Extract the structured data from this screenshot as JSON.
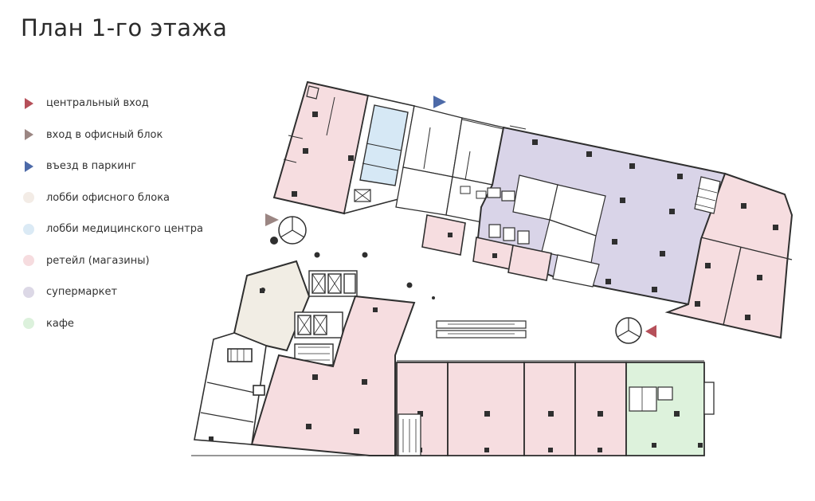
{
  "title": "План 1-го этажа",
  "legend": [
    {
      "label": "центральный вход",
      "shape": "triangle",
      "color": "#b6505a",
      "icon": "entrance-arrow-icon"
    },
    {
      "label": "вход в офисный блок",
      "shape": "triangle",
      "color": "#9b8683",
      "icon": "office-entrance-arrow-icon"
    },
    {
      "label": "въезд в паркинг",
      "shape": "triangle",
      "color": "#4d6aa8",
      "icon": "parking-entrance-arrow-icon"
    },
    {
      "label": "лобби офисного блока",
      "shape": "circle",
      "color": "#f3ece6",
      "icon": "office-lobby-swatch-icon"
    },
    {
      "label": "лобби медицинского центра",
      "shape": "circle",
      "color": "#dbeaf5",
      "icon": "medical-lobby-swatch-icon"
    },
    {
      "label": "ретейл (магазины)",
      "shape": "circle",
      "color": "#f6dcdf",
      "icon": "retail-swatch-icon"
    },
    {
      "label": "супермаркет",
      "shape": "circle",
      "color": "#dcd8e6",
      "icon": "supermarket-swatch-icon"
    },
    {
      "label": "кафе",
      "shape": "circle",
      "color": "#dcf1dc",
      "icon": "cafe-swatch-icon"
    }
  ],
  "zone_colors": {
    "retail": "#f6dde0",
    "supermarket": "#d9d4e8",
    "medical_lobby": "#d6e8f5",
    "office_lobby": "#f1ede4",
    "cafe": "#ddf2dc",
    "wall": "#2f2f2f"
  }
}
